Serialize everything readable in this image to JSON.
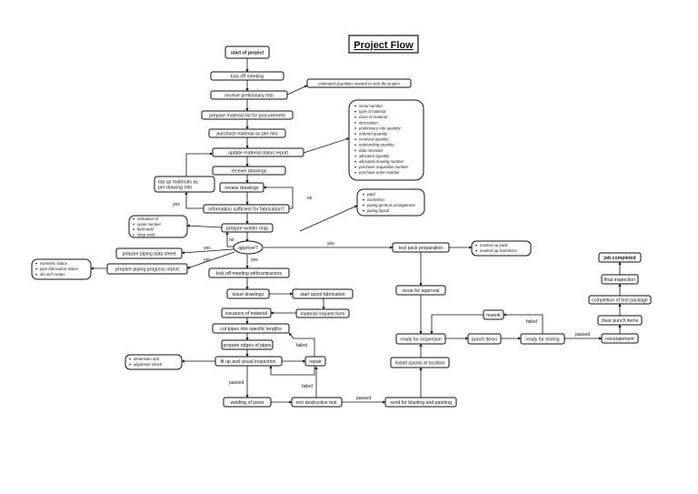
{
  "title": "Project Flow",
  "nodes": {
    "start": "start of project",
    "kickoff": "kick off meeting",
    "prelim_mto": "receive preliminary mto",
    "estimated": "estimated quantities needed to start the project",
    "prep_material": "prepare material list for procurement",
    "purchase": "purchase material as per mto",
    "update_status": "update material status report",
    "receive_drawings": "receive drawings",
    "review_drawings": "review  drawings",
    "top_up": "top up materials as per drawing mto",
    "info_sufficient": "information sufficient for fabrication?",
    "prepare_weld_map": "prepare welder map",
    "approve": "approve?",
    "prep_piping_data": "prepare piping data sheet",
    "prep_piping_progress": "prepare piping progress report",
    "kickoff_sub": "kick off meeting withcontractors",
    "issue_drawings": "issue drawings",
    "start_spool": "start spool fabrication",
    "issuance": "issuance of material",
    "mrf": "material request form",
    "cut_pipes": "cut pipes into specific lengths",
    "prepare_edges": "prepare edges of pipes",
    "fitup": "fit up and visual inspection",
    "repair": "repair",
    "welding": "welding of joints",
    "ndt": "non destructive test",
    "blasting": "send for blasting and painting",
    "install_spools": "install spools at location",
    "ready_inspection": "ready for inspection",
    "punch_items": "punch items",
    "ready_testing": "ready for testing",
    "reinstatement": "reinstatement",
    "rework": "rework",
    "test_pack": "test pack preparation",
    "issue_approval": "issue for  approval",
    "clear_punch": "clear punch items",
    "completion": "completion of test package",
    "final_inspection": "final inspection",
    "job_completed": "job completed"
  },
  "notes": {
    "status_fields": [
      "serial number",
      "type of material",
      "class of material",
      "description",
      "preliminary mto quantity",
      "ordered quantity",
      "received quantity",
      "outstanding quantity",
      "date received",
      "allocated quantity",
      "allocated drawing number",
      "purchase requisition number",
      "purchase order number"
    ],
    "drawing_types": [
      "p&id",
      "isometrics",
      "piping general arrangement",
      "piping layout"
    ],
    "welder_map": [
      "indication of",
      "spool number",
      "field weld",
      "shop  weld"
    ],
    "progress_report": [
      "isometric status",
      "pipe fabrication status",
      "dia inch status"
    ],
    "test_pack": [
      "marked up p&id",
      "marked up isometrics"
    ],
    "fitup_check": [
      "dimension and",
      "alignment check"
    ]
  },
  "edge_labels": {
    "yes": "yes",
    "no": "no",
    "failed": "failed",
    "passed": "passed"
  }
}
